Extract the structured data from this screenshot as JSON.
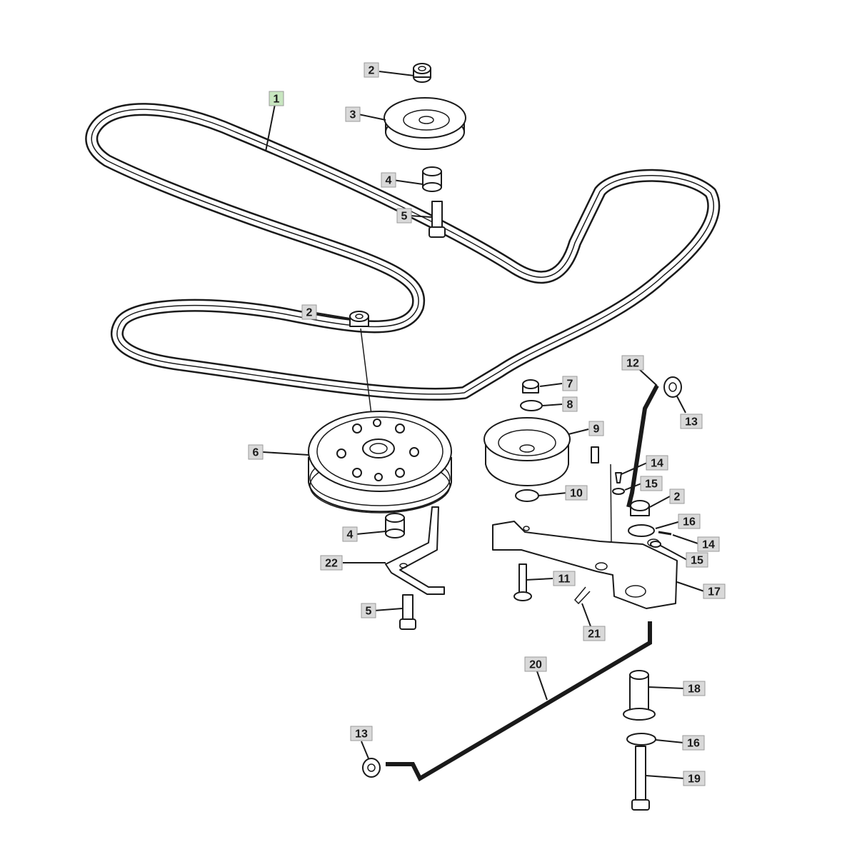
{
  "colors": {
    "label_fill": "#d9d9d9",
    "label_highlight_fill": "#c8e6c0",
    "line": "#1a1a1a"
  },
  "callouts": [
    {
      "key": "c1",
      "text": "1"
    },
    {
      "key": "c2a",
      "text": "2"
    },
    {
      "key": "c3",
      "text": "3"
    },
    {
      "key": "c4a",
      "text": "4"
    },
    {
      "key": "c5a",
      "text": "5"
    },
    {
      "key": "c2b",
      "text": "2"
    },
    {
      "key": "c6",
      "text": "6"
    },
    {
      "key": "c7",
      "text": "7"
    },
    {
      "key": "c8",
      "text": "8"
    },
    {
      "key": "c9",
      "text": "9"
    },
    {
      "key": "c10",
      "text": "10"
    },
    {
      "key": "c11",
      "text": "11"
    },
    {
      "key": "c12",
      "text": "12"
    },
    {
      "key": "c13a",
      "text": "13"
    },
    {
      "key": "c14a",
      "text": "14"
    },
    {
      "key": "c15a",
      "text": "15"
    },
    {
      "key": "c2c",
      "text": "2"
    },
    {
      "key": "c16a",
      "text": "16"
    },
    {
      "key": "c14b",
      "text": "14"
    },
    {
      "key": "c15b",
      "text": "15"
    },
    {
      "key": "c17",
      "text": "17"
    },
    {
      "key": "c4b",
      "text": "4"
    },
    {
      "key": "c22",
      "text": "22"
    },
    {
      "key": "c5b",
      "text": "5"
    },
    {
      "key": "c21",
      "text": "21"
    },
    {
      "key": "c20",
      "text": "20"
    },
    {
      "key": "c18",
      "text": "18"
    },
    {
      "key": "c13b",
      "text": "13"
    },
    {
      "key": "c16b",
      "text": "16"
    },
    {
      "key": "c19",
      "text": "19"
    }
  ]
}
